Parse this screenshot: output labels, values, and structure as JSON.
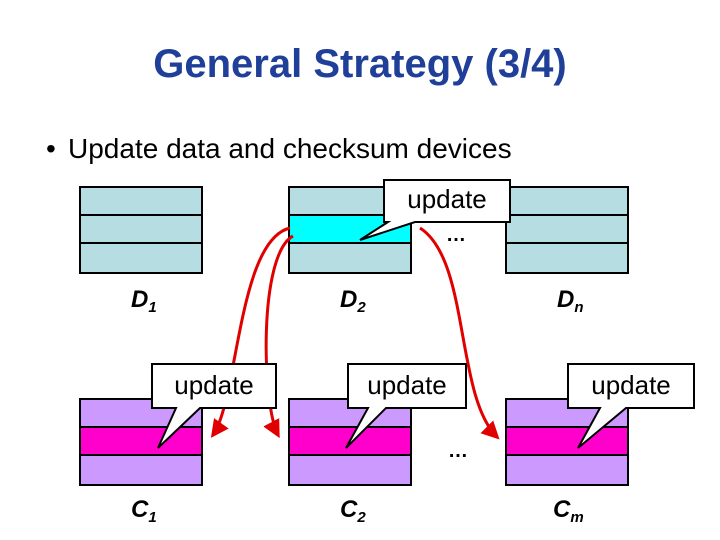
{
  "title": "General Strategy (3/4)",
  "bullet": {
    "marker": "•",
    "text": "Update data and checksum devices"
  },
  "data_devices": [
    {
      "name": "D",
      "sub": "1"
    },
    {
      "name": "D",
      "sub": "2"
    },
    {
      "name": "D",
      "sub": "n"
    }
  ],
  "checksum_devices": [
    {
      "name": "C",
      "sub": "1"
    },
    {
      "name": "C",
      "sub": "2"
    },
    {
      "name": "C",
      "sub": "m"
    }
  ],
  "ellipsis_top": "…",
  "ellipsis_bottom": "…",
  "callouts": {
    "data_update": "update",
    "c1_update": "update",
    "c2_update": "update",
    "cm_update": "update"
  },
  "colors": {
    "title": "#1f3f99",
    "data_row": "#b6dde2",
    "data_highlight": "#00ffff",
    "checksum_row": "#cc99ff",
    "checksum_highlight": "#ff00cc",
    "arrow": "#e00000"
  }
}
